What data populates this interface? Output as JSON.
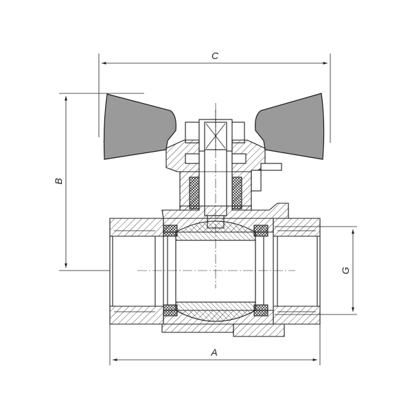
{
  "dimensions": {
    "overall_width": "C",
    "height_to_handle": "B",
    "length": "A",
    "thread_size": "G"
  },
  "colors": {
    "line": "#1a1a1a",
    "handle_fill": "#9a9a9a",
    "background": "#ffffff"
  }
}
